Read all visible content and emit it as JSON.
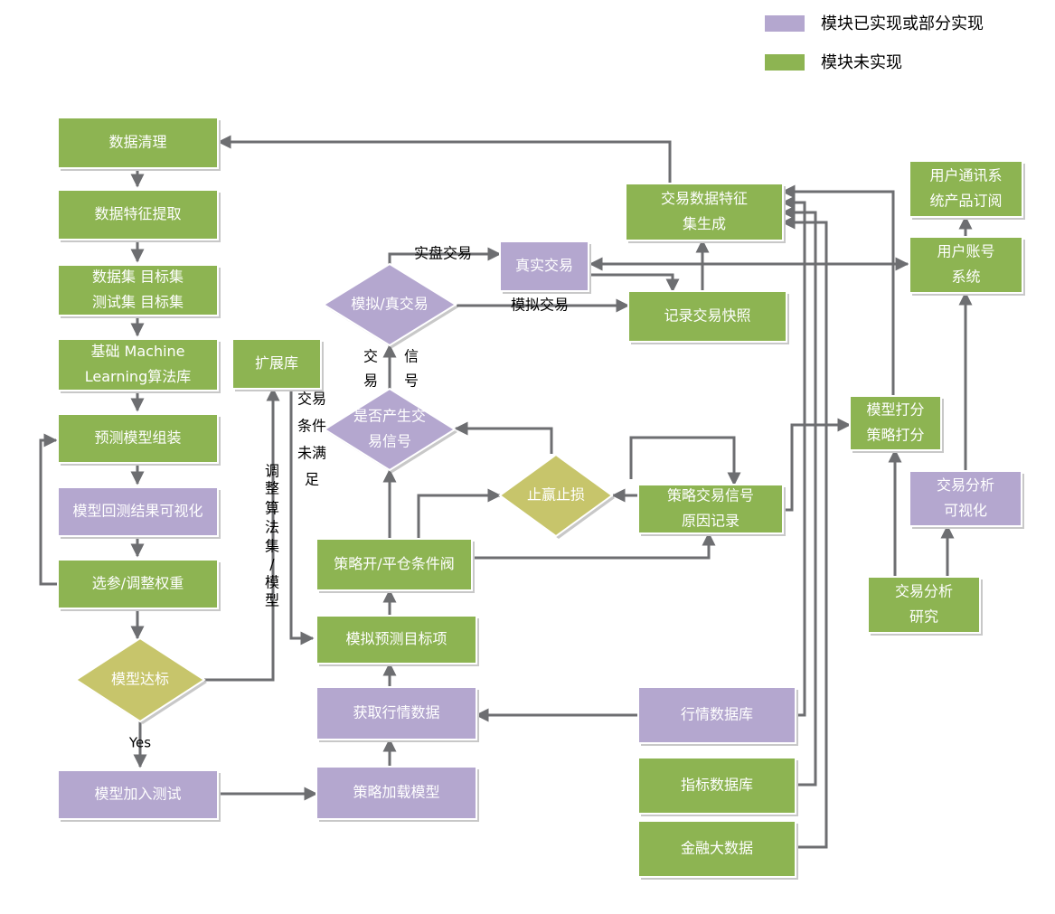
{
  "colors": {
    "purple": "#b4a7cf",
    "green": "#8db452",
    "yellow": "#c7c56b",
    "arrow": "#6d6e71"
  },
  "legend": [
    {
      "label": "模块已实现或部分实现",
      "color": "purple"
    },
    {
      "label": "模块未实现",
      "color": "green"
    }
  ],
  "nodes": {
    "clean": {
      "lines": [
        "数据清理"
      ],
      "color": "green"
    },
    "feature": {
      "lines": [
        "数据特征提取"
      ],
      "color": "green"
    },
    "dataset": {
      "lines": [
        "数据集  目标集",
        "测试集  目标集"
      ],
      "color": "green"
    },
    "mllib": {
      "lines": [
        "基础 Machine",
        "Learning算法库"
      ],
      "color": "green"
    },
    "extlib": {
      "lines": [
        "扩展库"
      ],
      "color": "green"
    },
    "assemble": {
      "lines": [
        "预测模型组装"
      ],
      "color": "green"
    },
    "backtest_vis": {
      "lines": [
        "模型回测结果可视化"
      ],
      "color": "purple"
    },
    "tune": {
      "lines": [
        "选参/调整权重"
      ],
      "color": "green"
    },
    "model_ok": {
      "lines": [
        "模型达标"
      ],
      "color": "yellow"
    },
    "add_test": {
      "lines": [
        "模型加入测试"
      ],
      "color": "purple"
    },
    "load_model": {
      "lines": [
        "策略加载模型"
      ],
      "color": "purple"
    },
    "get_market": {
      "lines": [
        "获取行情数据"
      ],
      "color": "purple"
    },
    "sim_predict": {
      "lines": [
        "模拟预测目标项"
      ],
      "color": "green"
    },
    "threshold": {
      "lines": [
        "策略开/平仓条件阀"
      ],
      "color": "green"
    },
    "gen_signal": {
      "lines": [
        "是否产生交",
        "易信号"
      ],
      "color": "purple"
    },
    "sim_real": {
      "lines": [
        "模拟/真交易"
      ],
      "color": "purple"
    },
    "real_trade": {
      "lines": [
        "真实交易"
      ],
      "color": "purple"
    },
    "snapshot": {
      "lines": [
        "记录交易快照"
      ],
      "color": "green"
    },
    "tradefeat": {
      "lines": [
        "交易数据特征",
        "集生成"
      ],
      "color": "green"
    },
    "stop": {
      "lines": [
        "止赢止损"
      ],
      "color": "yellow"
    },
    "sig_reason": {
      "lines": [
        "策略交易信号",
        "原因记录"
      ],
      "color": "green"
    },
    "score": {
      "lines": [
        "模型打分",
        "策略打分"
      ],
      "color": "green"
    },
    "notify": {
      "lines": [
        "用户通讯系",
        "统产品订阅"
      ],
      "color": "green"
    },
    "account": {
      "lines": [
        "用户账号",
        "系统"
      ],
      "color": "green"
    },
    "analysis_vis": {
      "lines": [
        "交易分析",
        "可视化"
      ],
      "color": "purple"
    },
    "research": {
      "lines": [
        "交易分析",
        "研究"
      ],
      "color": "green"
    },
    "market_db": {
      "lines": [
        "行情数据库"
      ],
      "color": "purple"
    },
    "indicator_db": {
      "lines": [
        "指标数据库"
      ],
      "color": "green"
    },
    "bigdata": {
      "lines": [
        "金融大数据"
      ],
      "color": "green"
    }
  },
  "labels": {
    "real": "实盘交易",
    "sim": "模拟交易",
    "signal": [
      "交",
      "易",
      "信",
      "号"
    ],
    "unmet": [
      "交易",
      "条件",
      "未满",
      "足"
    ],
    "adjust": [
      "调",
      "整",
      "算",
      "法",
      "集",
      "/",
      "模",
      "型"
    ],
    "yes": "Yes"
  }
}
